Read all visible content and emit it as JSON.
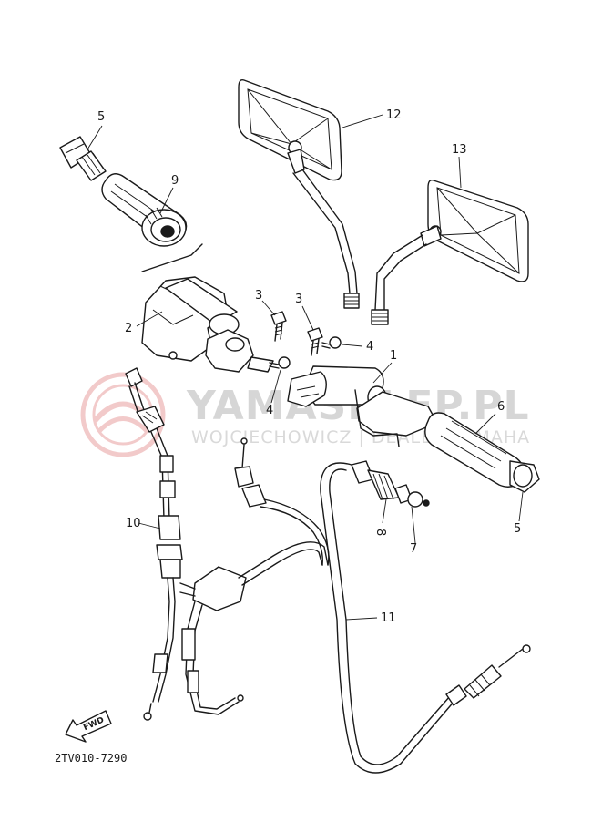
{
  "diagram": {
    "drawing_code": "2TV010-7290",
    "fwd_label": "FWD",
    "watermark": {
      "brand": "YAMASKLEP.PL",
      "subtitle": "WOJCIECHOWICZ | DEALER YAMAHA",
      "logo_color": "#e8a0a0"
    },
    "callouts": [
      {
        "id": "c1",
        "label": "1"
      },
      {
        "id": "c2",
        "label": "2"
      },
      {
        "id": "c3a",
        "label": "3"
      },
      {
        "id": "c3b",
        "label": "3"
      },
      {
        "id": "c4a",
        "label": "4"
      },
      {
        "id": "c4b",
        "label": "4"
      },
      {
        "id": "c5a",
        "label": "5"
      },
      {
        "id": "c5b",
        "label": "5"
      },
      {
        "id": "c6",
        "label": "6"
      },
      {
        "id": "c7",
        "label": "7"
      },
      {
        "id": "c8",
        "label": "8"
      },
      {
        "id": "c9",
        "label": "9"
      },
      {
        "id": "c10",
        "label": "10"
      },
      {
        "id": "c11",
        "label": "11"
      },
      {
        "id": "c12",
        "label": "12"
      },
      {
        "id": "c13",
        "label": "13"
      }
    ]
  }
}
